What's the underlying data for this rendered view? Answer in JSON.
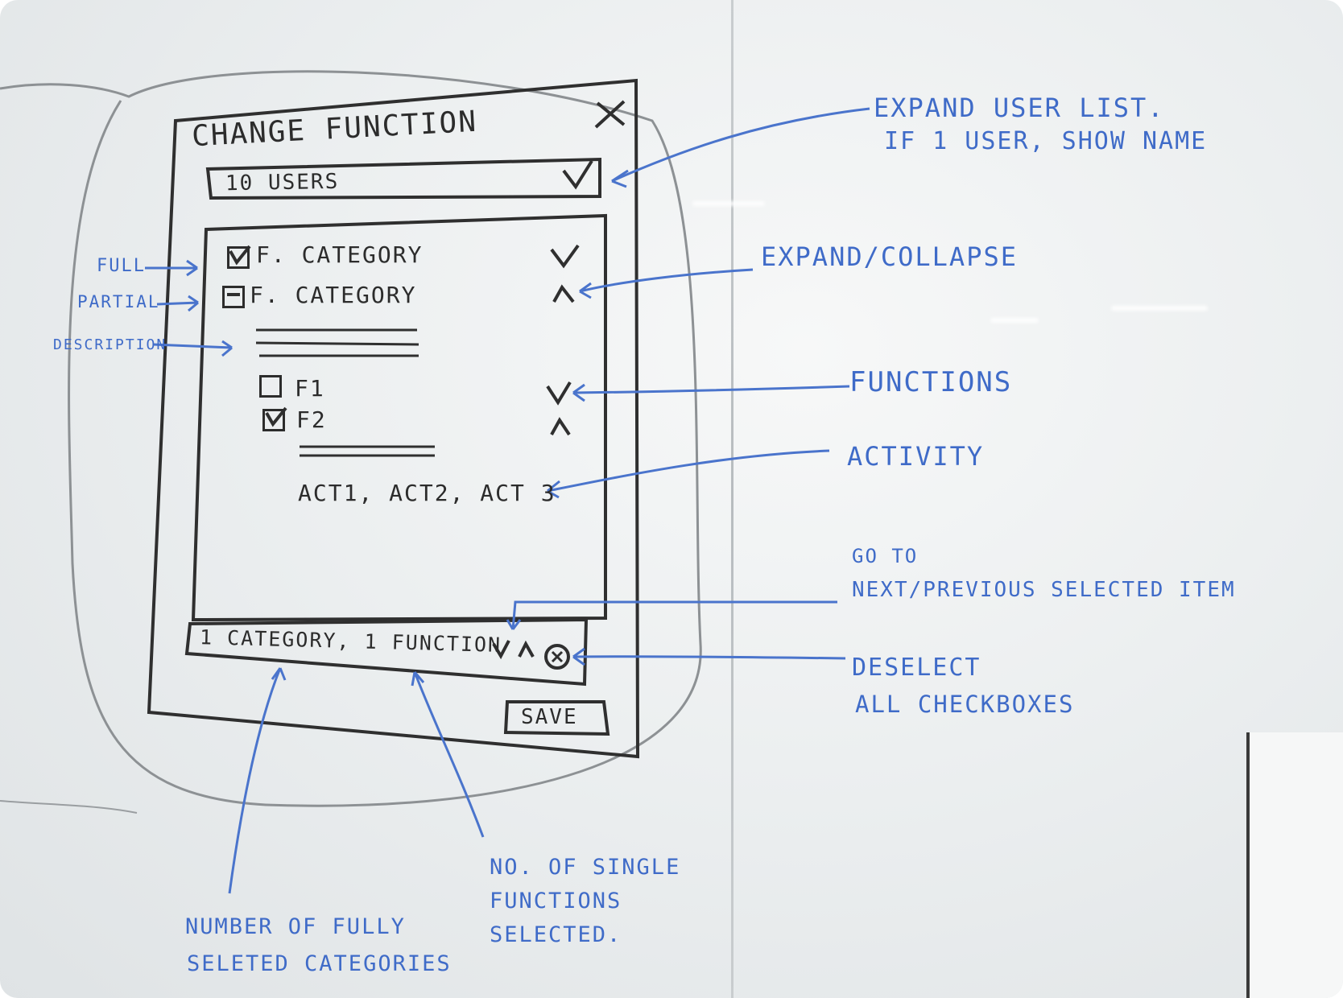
{
  "dialog": {
    "title": "CHANGE FUNCTION",
    "users_label": "10 USERS",
    "categories": [
      "F. CATEGORY",
      "F. CATEGORY"
    ],
    "functions": [
      "F1",
      "F2"
    ],
    "activities": "ACT1, ACT2, ACT 3",
    "summary": "1 CATEGORY, 1 FUNCTION",
    "save_label": "SAVE"
  },
  "annotations": {
    "expand_user_list": "EXPAND USER LIST.",
    "one_user": "IF 1 USER, SHOW NAME",
    "full": "FULL",
    "partial": "PARTIAL",
    "description": "DESCRIPTION",
    "expand_collapse": "EXPAND/COLLAPSE",
    "functions": "FUNCTIONS",
    "activity": "ACTIVITY",
    "go_to": "GO TO",
    "next_previous": "NEXT/PREVIOUS SELECTED ITEM",
    "deselect": "DESELECT",
    "all_checkboxes": "ALL CHECKBOXES",
    "single_functions_1": "NO. OF SINGLE",
    "single_functions_2": "FUNCTIONS",
    "single_functions_3": "SELECTED.",
    "fully_selected_1": "NUMBER OF FULLY",
    "fully_selected_2": "SELETED CATEGORIES"
  },
  "colors": {
    "black_marker": "#2c2c2c",
    "blue_marker": "#3f6bc8",
    "board": "#eceff0"
  }
}
